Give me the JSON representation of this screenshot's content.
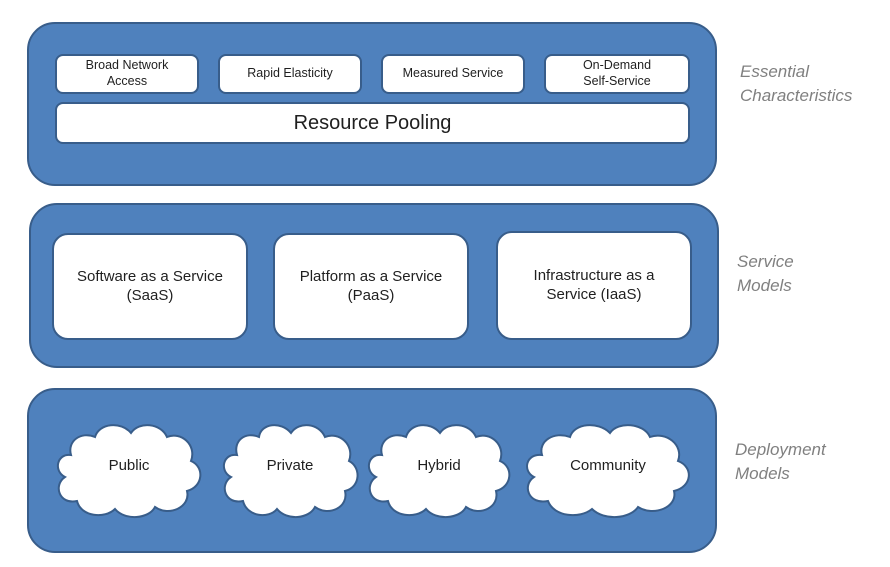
{
  "layers": {
    "essential": {
      "label": "Essential\nCharacteristics",
      "items": [
        "Broad Network Access",
        "Rapid Elasticity",
        "Measured Service",
        "On-Demand Self-Service"
      ],
      "base": "Resource Pooling"
    },
    "service": {
      "label": "Service\nModels",
      "items": [
        "Software as a Service (SaaS)",
        "Platform as a Service (PaaS)",
        "Infrastructure as a Service (IaaS)"
      ]
    },
    "deployment": {
      "label": "Deployment\nModels",
      "items": [
        "Public",
        "Private",
        "Hybrid",
        "Community"
      ]
    }
  },
  "colors": {
    "panel": "#4f81bd",
    "border": "#385d8a",
    "box": "#ffffff",
    "label": "#808080"
  }
}
